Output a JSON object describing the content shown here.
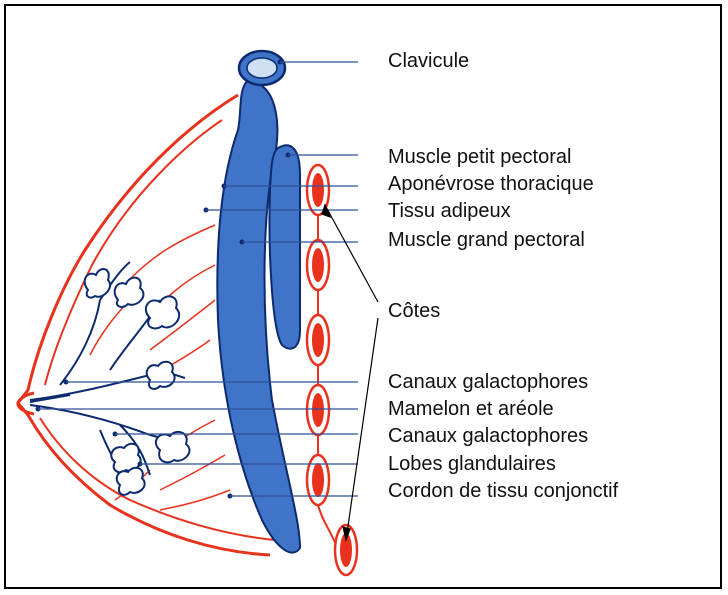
{
  "labels": {
    "clavicule": "Clavicule",
    "muscle_petit_pectoral": "Muscle petit pectoral",
    "aponevrose_thoracique": "Aponévrose thoracique",
    "tissu_adipeux": "Tissu adipeux",
    "muscle_grand_pectoral": "Muscle grand pectoral",
    "cotes": "Côtes",
    "canaux_galactophores_1": "Canaux galactophores",
    "mamelon_areole": "Mamelon et aréole",
    "canaux_galactophores_2": "Canaux galactophores",
    "lobes_glandulaires": "Lobes glandulaires",
    "cordon_tissu_conjonctif": "Cordon de tissu conjonctif"
  },
  "colors": {
    "tissue_red": "#e8321e",
    "muscle_blue": "#3f74c9",
    "outline_navy": "#0c2a6e",
    "leader_line": "#2f4f9a"
  }
}
